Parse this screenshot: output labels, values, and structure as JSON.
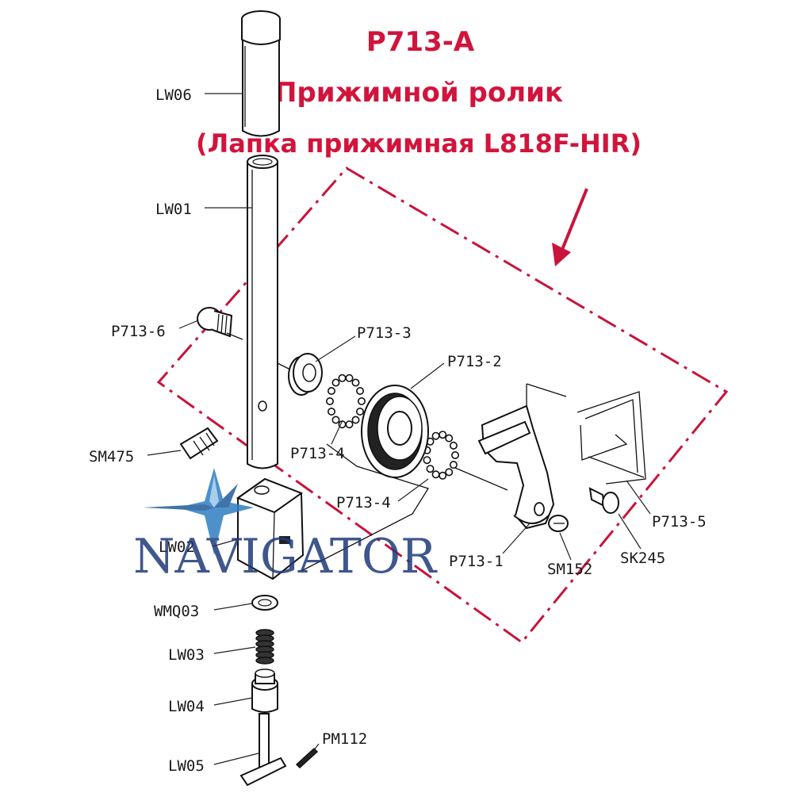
{
  "title": {
    "code": "P713-A",
    "line1": "Прижимной ролик",
    "line2": "(Лапка прижимная L818F-HIR)"
  },
  "colors": {
    "title": "#d2143c",
    "frame": "#c8143c",
    "watermark": "#1f3a78",
    "watermark_star": "#2f7ec2"
  },
  "watermark": {
    "text": "NAVIGATOR"
  },
  "labels": {
    "LW06": "LW06",
    "LW01": "LW01",
    "P713_6": "P713-6",
    "P713_3": "P713-3",
    "P713_2": "P713-2",
    "SM475": "SM475",
    "P713_4a": "P713-4",
    "P713_4b": "P713-4",
    "LW02": "LW02",
    "P713_5": "P713-5",
    "SK245": "SK245",
    "P713_1": "P713-1",
    "SM152": "SM152",
    "WMQ03": "WMQ03",
    "LW03": "LW03",
    "LW04": "LW04",
    "LW05": "LW05",
    "PM112": "PM112"
  }
}
